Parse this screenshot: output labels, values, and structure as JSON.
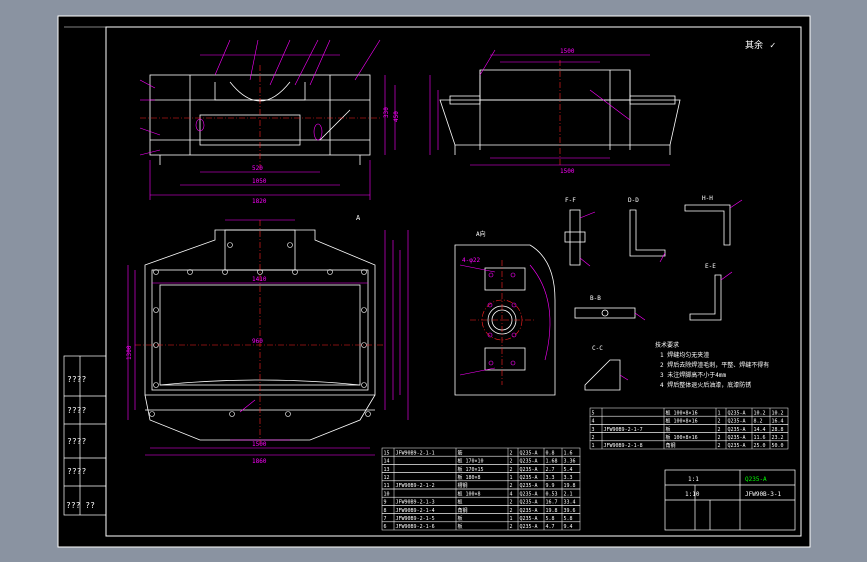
{
  "colors": {
    "viewport_bg": "#8a93a1",
    "paper": "#000000",
    "frame": "#ffffff",
    "dimension": "#ff00ff",
    "outline": "#ffffff",
    "center_line": "#ff2020",
    "hidden_line": "#ffff66",
    "title_text": "#ffffff",
    "highlight": "#00ff00"
  },
  "title_block": {
    "roughness": "其余",
    "drawing_no": "JFW90B-3-1",
    "ratio": "1:1",
    "scale": "1:10",
    "material": "Q235-A"
  },
  "views": {
    "view_a": "A",
    "view_a_label": "A向",
    "sec_ff": "F-F",
    "sec_dd": "D-D",
    "sec_hh": "H-H",
    "sec_ee": "E-E",
    "sec_bb": "B-B",
    "sec_cc": "C-C"
  },
  "tech_notes": {
    "heading": "技术要求",
    "items": [
      "1 焊缝均匀无夹渣",
      "2 焊后去除焊渣毛刺，平整、焊缝不得有",
      "3 未注焊脚高不小于4mm",
      "4 焊后整体退火后油漆，底漆防锈"
    ]
  },
  "left_stamp": {
    "labels": [
      "????",
      "????",
      "????",
      "????",
      "???  ??"
    ]
  },
  "dims": {
    "front_total": "1820",
    "front_inner": "1050",
    "front_mid": "520",
    "side_top": "1500",
    "side_bottom": "1500",
    "plan_width": "1860",
    "plan_width2": "1500",
    "plan_inner": "1410",
    "plan_height": "1300",
    "plan_mid": "960",
    "side_dim_a": "330",
    "side_dim_b": "450",
    "detail_dia": "4-φ22"
  },
  "bom": {
    "rows": [
      [
        "15",
        "JFW90B9-2-1-1",
        "筋",
        "2",
        "Q235-A",
        "0.8",
        "1.6"
      ],
      [
        "14",
        "",
        "板 170×10",
        "2",
        "Q235-A",
        "1.68",
        "3.36"
      ],
      [
        "13",
        "",
        "板 170×15",
        "2",
        "Q235-A",
        "2.7",
        "5.4"
      ],
      [
        "12",
        "",
        "板 180×8",
        "1",
        "Q235-A",
        "3.3",
        "3.3"
      ],
      [
        "11",
        "JFW90B9-2-1-2",
        "槽钢",
        "2",
        "Q235-A",
        "9.9",
        "19.8"
      ],
      [
        "10",
        "",
        "板 100×8",
        "4",
        "Q235-A",
        "0.53",
        "2.1"
      ],
      [
        "9",
        "JFW90B9-2-1-3",
        "板",
        "2",
        "Q235-A",
        "16.7",
        "33.4"
      ],
      [
        "8",
        "JFW90B9-2-1-4",
        "角钢",
        "2",
        "Q235-A",
        "19.8",
        "39.6"
      ],
      [
        "7",
        "JFW90B9-2-1-5",
        "板",
        "1",
        "Q235-A",
        "5.8",
        "5.8"
      ],
      [
        "6",
        "JFW90B9-2-1-6",
        "板",
        "2",
        "Q235-A",
        "4.7",
        "9.4"
      ]
    ],
    "upper_rows": [
      [
        "5",
        "",
        "板 100×8×16",
        "1",
        "Q235-A",
        "10.2",
        "10.2"
      ],
      [
        "4",
        "",
        "板 100×8×16",
        "2",
        "Q235-A",
        "8.2",
        "16.4"
      ],
      [
        "3",
        "JFW90B9-2-1-7",
        "板",
        "2",
        "Q235-A",
        "14.4",
        "28.8"
      ],
      [
        "2",
        "",
        "板 100×8×16",
        "2",
        "Q235-A",
        "11.6",
        "23.2"
      ],
      [
        "1",
        "JFW90B9-2-1-8",
        "角钢",
        "2",
        "Q235-A",
        "25.0",
        "50.0"
      ]
    ]
  }
}
